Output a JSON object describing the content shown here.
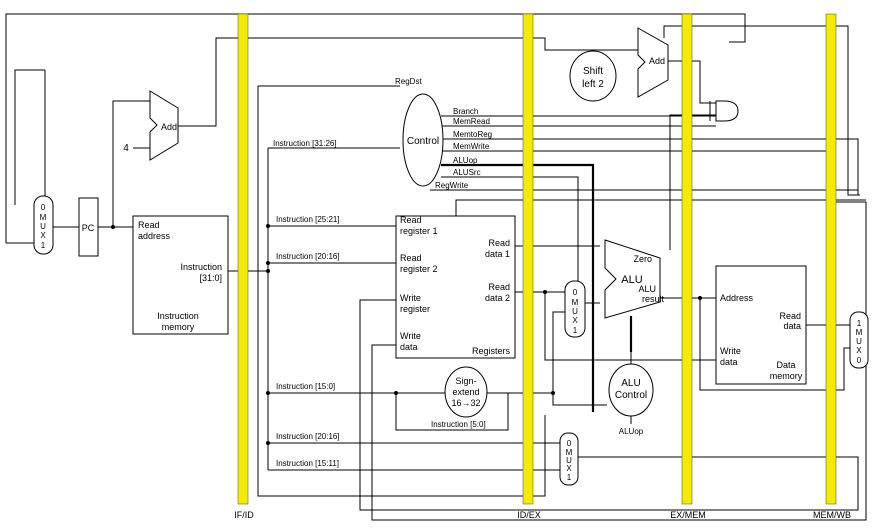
{
  "pipeline_registers": [
    "IF/ID",
    "ID/EX",
    "EX/MEM",
    "MEM/WB"
  ],
  "units": {
    "pc": "PC",
    "add_if": "Add",
    "add_ex": "Add",
    "shift": [
      "Shift",
      "left 2"
    ],
    "control": "Control",
    "alu": "ALU",
    "alu_control": [
      "ALU",
      "Control"
    ],
    "sign_extend": [
      "Sign-",
      "extend",
      "16→32"
    ],
    "constant_four": "4"
  },
  "instruction_memory": {
    "read_address": [
      "Read",
      "address"
    ],
    "instruction": [
      "Instruction",
      "[31:0]"
    ],
    "title": [
      "Instruction",
      "memory"
    ]
  },
  "registers": {
    "read_register_1": [
      "Read",
      "register 1"
    ],
    "read_register_2": [
      "Read",
      "register 2"
    ],
    "write_register": [
      "Write",
      "register"
    ],
    "write_data": [
      "Write",
      "data"
    ],
    "read_data_1": [
      "Read",
      "data 1"
    ],
    "read_data_2": [
      "Read",
      "data 2"
    ],
    "title": "Registers"
  },
  "data_memory": {
    "address": "Address",
    "write_data": [
      "Write",
      "data"
    ],
    "read_data": [
      "Read",
      "data"
    ],
    "title": [
      "Data",
      "memory"
    ]
  },
  "alu_ports": {
    "zero": "Zero",
    "result": [
      "ALU",
      "result"
    ]
  },
  "control_signals": [
    "RegDst",
    "Branch",
    "MemRead",
    "MemtoReg",
    "MemWrite",
    "ALUop",
    "ALUSrc",
    "RegWrite"
  ],
  "aluop_label": "ALUop",
  "instruction_fields": {
    "op": "Instruction [31:26]",
    "rs": "Instruction [25:21]",
    "rt": "Instruction [20:16]",
    "imm": "Instruction [15:0]",
    "funct": "Instruction [5:0]",
    "rt_dest": "Instruction [20:16]",
    "rd_dest": "Instruction [15:11]"
  },
  "mux_labels": {
    "pc_mux": [
      "0",
      "M",
      "U",
      "X",
      "1"
    ],
    "alusrc_mux": [
      "0",
      "M",
      "U",
      "X",
      "1"
    ],
    "regdst_mux": [
      "0",
      "M",
      "U",
      "X",
      "1"
    ],
    "memtoreg_mux": [
      "1",
      "M",
      "U",
      "X",
      "0"
    ]
  }
}
